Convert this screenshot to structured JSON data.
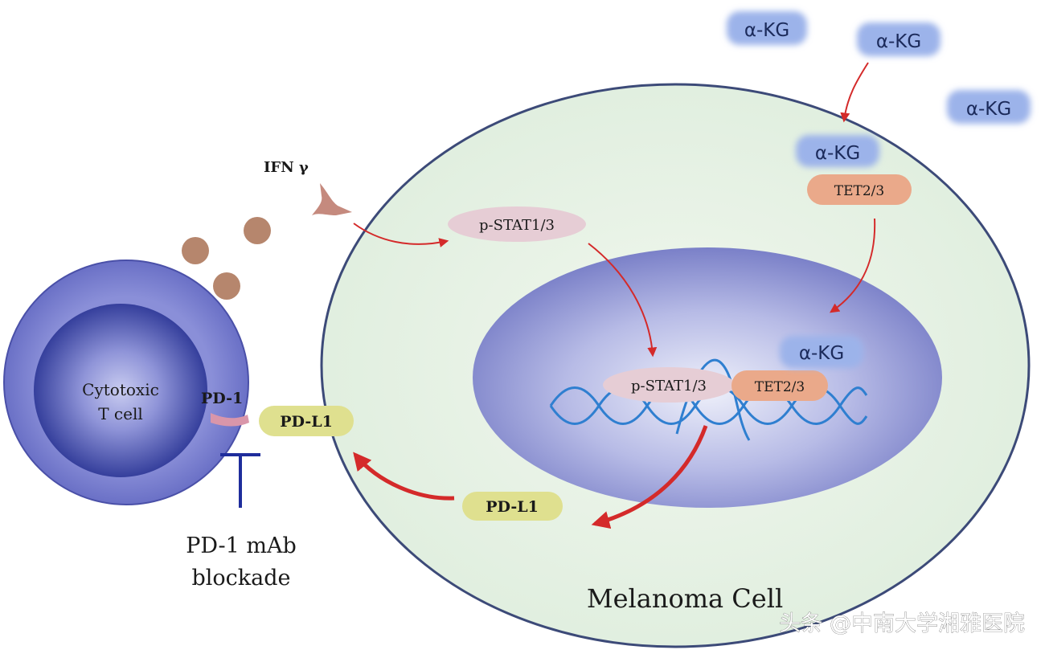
{
  "labels": {
    "ifn": "IFN γ",
    "p_stat_cyto": "p-STAT1/3",
    "p_stat_nuc": "p-STAT1/3",
    "tet_cyto": "TET2/3",
    "tet_nuc": "TET2/3",
    "akg_1": "α-KG",
    "akg_2": "α-KG",
    "akg_3": "α-KG",
    "akg_4": "α-KG",
    "akg_nuc": "α-KG",
    "pd1": "PD-1",
    "pdl1_surface": "PD-L1",
    "pdl1_cyto": "PD-L1",
    "tcell_line1": "Cytotoxic",
    "tcell_line2": "T cell",
    "blockade_line1": "PD-1 mAb",
    "blockade_line2": "blockade",
    "melanoma": "Melanoma Cell",
    "watermark": "头条 @中南大学湘雅医院"
  },
  "colors": {
    "cell_fill": "#dfeede",
    "cell_stroke": "#3c4a78",
    "nucleus": "#7a80c8",
    "tcell_outer": "#6a70c6",
    "tcell_inner": "#353f9c",
    "arrow": "#d42a2a",
    "akg_pill": "#9cb3ea",
    "tet_pill": "#eaa98a",
    "stat_pill": "#e6cdd5",
    "pdl1_pill": "#dfe08f",
    "dna": "#2f7fd0",
    "ifn_dot": "#b6866d",
    "receptor": "#c58a7e",
    "pd1_receptor": "#d996aa",
    "blockade": "#1f2d9c"
  }
}
